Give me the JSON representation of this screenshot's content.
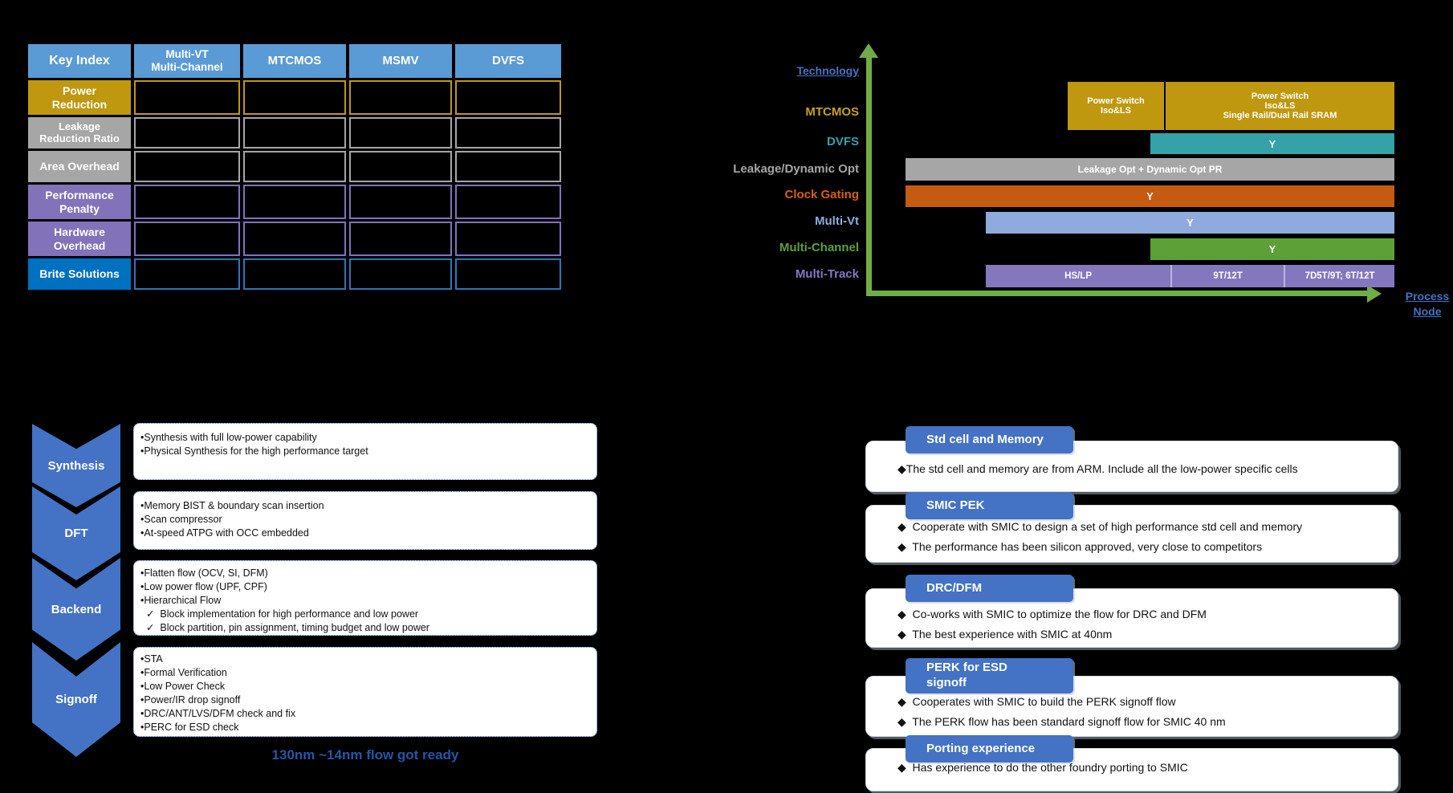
{
  "table": {
    "corner": "Key Index",
    "columns": [
      "Multi-VT\nMulti-Channel",
      "MTCMOS",
      "MSMV",
      "DVFS"
    ],
    "rows": [
      {
        "label": "Power\nReduction",
        "color": "#BF9810",
        "cells": [
          "",
          "",
          "",
          ""
        ]
      },
      {
        "label": "Leakage\nReduction Ratio",
        "color": "#A6A6A6",
        "cells": [
          "",
          "",
          "",
          ""
        ]
      },
      {
        "label": "Area Overhead",
        "color": "#A6A6A6",
        "cells": [
          "",
          "",
          "",
          ""
        ]
      },
      {
        "label": "Performance\nPenalty",
        "color": "#8172B9",
        "cells": [
          "",
          "",
          "",
          ""
        ]
      },
      {
        "label": "Hardware\nOverhead",
        "color": "#8172B9",
        "cells": [
          "",
          "",
          "",
          ""
        ]
      },
      {
        "label": "Brite Solutions",
        "color": "#0070C0",
        "cells": [
          "",
          "",
          "",
          ""
        ]
      }
    ]
  },
  "chart_data": {
    "type": "bar",
    "orientation": "horizontal-timeline",
    "y_axis_label": "Technology",
    "x_axis_label": "Process Node",
    "axis_color": "#70AD47",
    "rows": [
      {
        "label": "MTCMOS",
        "color": "#BF9810",
        "segments": [
          {
            "text": "Power Switch\nIso&LS"
          },
          {
            "text": "Power Switch\nIso&LS\nSingle Rail/Dual Rail SRAM"
          }
        ]
      },
      {
        "label": "DVFS",
        "color": "#35A2A8",
        "segments": [
          {
            "text": "Y"
          }
        ]
      },
      {
        "label": "Leakage/Dynamic Opt",
        "color": "#A6A6A6",
        "segments": [
          {
            "text": "Leakage Opt + Dynamic Opt PR"
          }
        ]
      },
      {
        "label": "Clock Gating",
        "color": "#C55A11",
        "segments": [
          {
            "text": "Y"
          }
        ]
      },
      {
        "label": "Multi-Vt",
        "color": "#8FAADC",
        "segments": [
          {
            "text": "Y"
          }
        ]
      },
      {
        "label": "Multi-Channel",
        "color": "#5EA038",
        "segments": [
          {
            "text": "Y"
          }
        ]
      },
      {
        "label": "Multi-Track",
        "color": "#8577BE",
        "segments": [
          {
            "text": "HS/LP"
          },
          {
            "text": "9T/12T"
          },
          {
            "text": "7D5T/9T;  6T/12T"
          }
        ]
      }
    ]
  },
  "flow": {
    "steps": [
      {
        "label": "Synthesis",
        "items": [
          "•Synthesis with full low-power capability",
          "•Physical Synthesis for the high performance target"
        ]
      },
      {
        "label": "DFT",
        "items": [
          "•Memory BIST & boundary scan insertion",
          "•Scan compressor",
          "•At-speed ATPG with OCC embedded"
        ]
      },
      {
        "label": "Backend",
        "items": [
          "•Flatten flow (OCV, SI, DFM)",
          "•Low power flow (UPF, CPF)",
          "•Hierarchical Flow",
          "  ✓  Block implementation for high performance and low power",
          "  ✓  Block partition, pin assignment, timing budget and low power"
        ]
      },
      {
        "label": "Signoff",
        "items": [
          "•STA",
          "•Formal Verification",
          "•Low Power Check",
          "•Power/IR drop signoff",
          "•DRC/ANT/LVS/DFM check and fix",
          "•PERC for ESD check"
        ]
      }
    ],
    "footnote": "130nm ~14nm flow got ready"
  },
  "cards": [
    {
      "title": "Std cell and Memory",
      "items": [
        "◆The std cell and memory are from ARM. Include all the low-power specific cells"
      ]
    },
    {
      "title": "SMIC PEK",
      "items": [
        "◆  Cooperate with SMIC to design a set of high performance std cell and memory",
        "◆  The performance has been silicon approved, very close to competitors"
      ]
    },
    {
      "title": "DRC/DFM",
      "items": [
        "◆  Co-works with SMIC to optimize the flow for DRC and DFM",
        "◆  The best experience with SMIC at 40nm"
      ]
    },
    {
      "title": "PERK for ESD\nsignoff",
      "items": [
        "◆  Cooperates with SMIC to build the PERK signoff flow",
        "◆  The PERK flow has been standard signoff flow for SMIC 40 nm"
      ]
    },
    {
      "title": "Porting experience",
      "items": [
        "◆  Has experience to do the other foundry porting to SMIC"
      ]
    }
  ],
  "colors": {
    "header_blue": "#5B9BD5",
    "gold": "#BF9810",
    "gray": "#A6A6A6",
    "purple": "#8172B9",
    "bright_blue": "#0070C0",
    "accent_blue": "#4472C4",
    "teal": "#35A2A8",
    "orange": "#C55A11",
    "light_blue": "#8FAADC",
    "green": "#5EA038",
    "axis_green": "#70AD47",
    "footnote_blue": "#2456A8"
  }
}
